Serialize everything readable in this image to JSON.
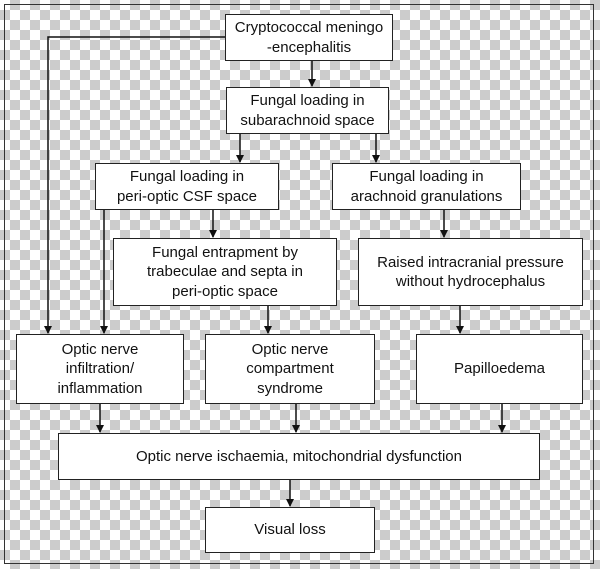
{
  "diagram": {
    "nodes": {
      "cryptococcal": {
        "lines": [
          "Cryptococcal meningo",
          "-encephalitis"
        ]
      },
      "subarachnoid": {
        "lines": [
          "Fungal loading in",
          "subarachnoid space"
        ]
      },
      "perioptic_csf": {
        "lines": [
          "Fungal loading in",
          "peri-optic CSF space"
        ]
      },
      "arachnoid": {
        "lines": [
          "Fungal loading in",
          "arachnoid granulations"
        ]
      },
      "entrapment": {
        "lines": [
          "Fungal entrapment by",
          "trabeculae and septa in",
          "peri-optic space"
        ]
      },
      "icp": {
        "lines": [
          "Raised intracranial pressure",
          "without hydrocephalus"
        ]
      },
      "infiltration": {
        "lines": [
          "Optic nerve",
          "infiltration/",
          "inflammation"
        ]
      },
      "compartment": {
        "lines": [
          "Optic nerve",
          "compartment",
          "syndrome"
        ]
      },
      "papilloedema": {
        "lines": [
          "Papilloedema"
        ]
      },
      "ischaemia": {
        "lines": [
          "Optic nerve ischaemia, mitochondrial dysfunction"
        ]
      },
      "visual_loss": {
        "lines": [
          "Visual loss"
        ]
      }
    },
    "edges": [
      [
        "cryptococcal",
        "subarachnoid"
      ],
      [
        "cryptococcal",
        "infiltration"
      ],
      [
        "subarachnoid",
        "perioptic_csf"
      ],
      [
        "subarachnoid",
        "arachnoid"
      ],
      [
        "perioptic_csf",
        "infiltration"
      ],
      [
        "perioptic_csf",
        "entrapment"
      ],
      [
        "arachnoid",
        "icp"
      ],
      [
        "entrapment",
        "compartment"
      ],
      [
        "icp",
        "papilloedema"
      ],
      [
        "infiltration",
        "ischaemia"
      ],
      [
        "compartment",
        "ischaemia"
      ],
      [
        "papilloedema",
        "ischaemia"
      ],
      [
        "ischaemia",
        "visual_loss"
      ]
    ]
  }
}
